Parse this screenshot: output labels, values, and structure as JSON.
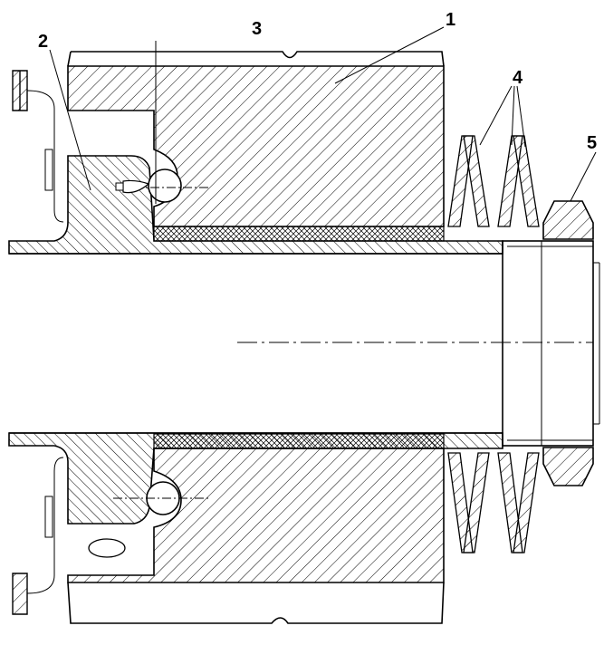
{
  "drawing": {
    "callouts": [
      {
        "id": "label-1",
        "text": "1"
      },
      {
        "id": "label-2",
        "text": "2"
      },
      {
        "id": "label-3",
        "text": "3"
      },
      {
        "id": "label-4",
        "text": "4"
      },
      {
        "id": "label-5",
        "text": "5"
      }
    ]
  }
}
